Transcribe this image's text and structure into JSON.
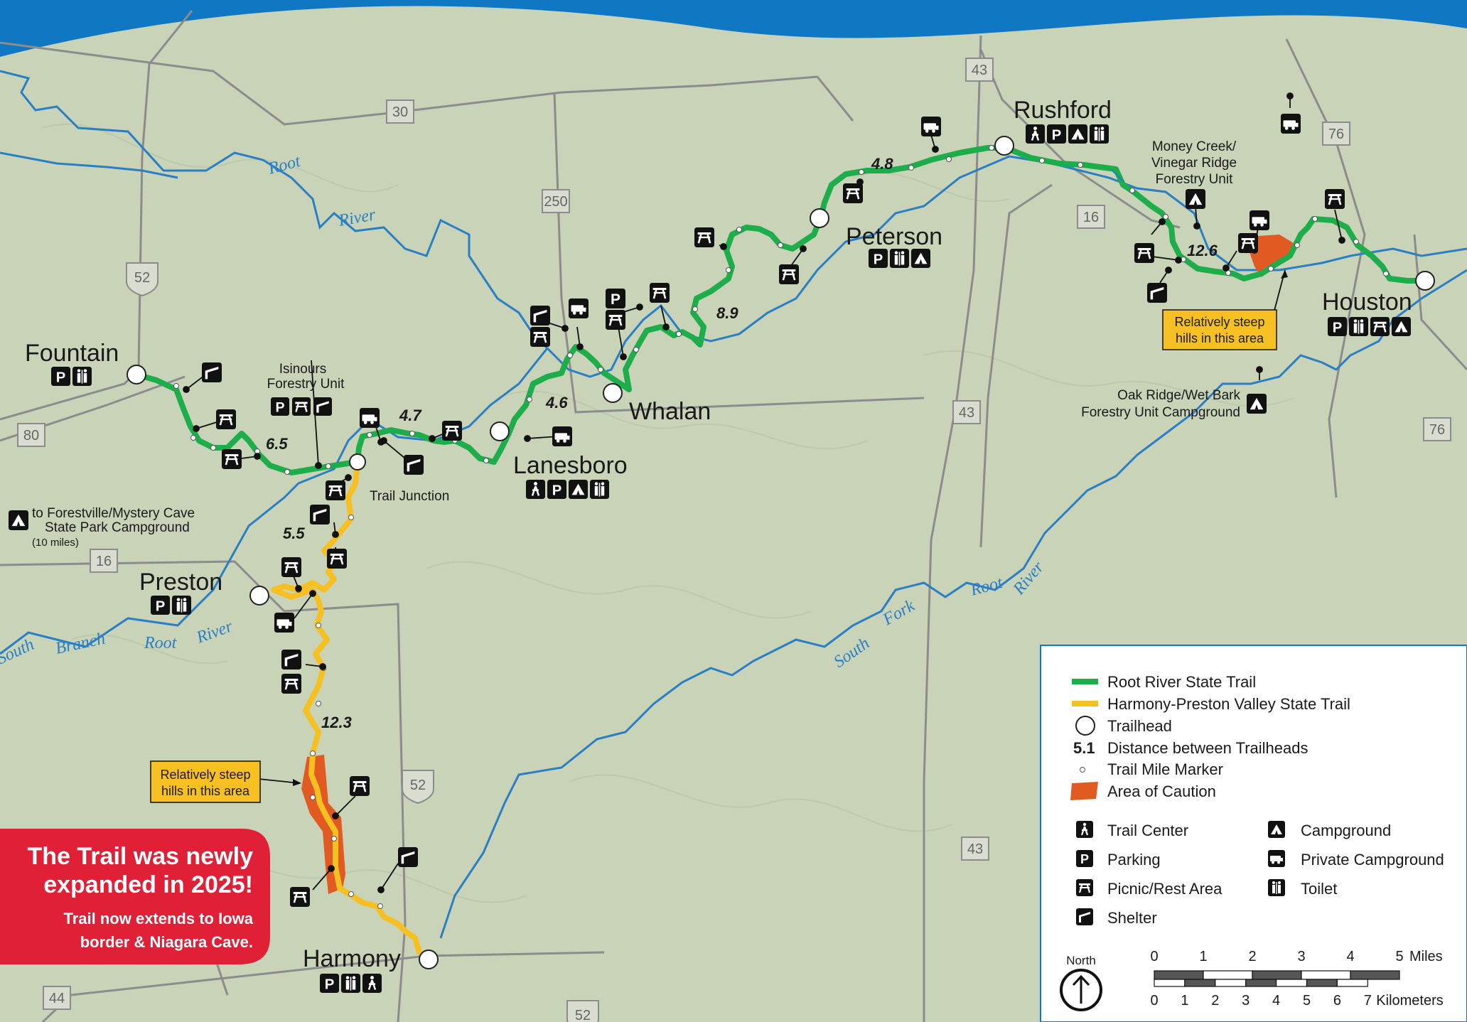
{
  "colors": {
    "land": "#c9d3b8",
    "sky_band": "#1078c2",
    "river": "#2a7fc4",
    "root_river_trail": "#1ead4b",
    "harmony_preston_trail": "#f6c022",
    "caution": "#e05a22",
    "road": "#8c8c8c",
    "banner": "#e02036",
    "callout": "#f6c022"
  },
  "towns": [
    {
      "name": "Fountain",
      "amenities": [
        "parking-icon",
        "toilet-icon"
      ]
    },
    {
      "name": "Preston",
      "amenities": [
        "parking-icon",
        "toilet-icon"
      ]
    },
    {
      "name": "Lanesboro",
      "amenities": [
        "trail-center-icon",
        "parking-icon",
        "campground-icon",
        "toilet-icon"
      ]
    },
    {
      "name": "Whalan",
      "amenities": []
    },
    {
      "name": "Peterson",
      "amenities": [
        "parking-icon",
        "toilet-icon",
        "campground-icon"
      ]
    },
    {
      "name": "Rushford",
      "amenities": [
        "trail-center-icon",
        "parking-icon",
        "campground-icon",
        "toilet-icon"
      ]
    },
    {
      "name": "Houston",
      "amenities": [
        "parking-icon",
        "toilet-icon",
        "picnic-icon",
        "campground-icon"
      ]
    },
    {
      "name": "Harmony",
      "amenities": [
        "parking-icon",
        "toilet-icon",
        "trail-center-icon"
      ]
    }
  ],
  "labels": {
    "isinours": [
      "Isinours",
      "Forestry Unit"
    ],
    "money_creek": [
      "Money Creek/",
      "Vinegar Ridge",
      "Forestry Unit"
    ],
    "oak_ridge": [
      "Oak Ridge/Wet Bark",
      "Forestry Unit Campground"
    ],
    "forestville": [
      "to Forestville/Mystery Cave",
      "State Park Campground",
      "(10 miles)"
    ],
    "trail_junction": "Trail Junction"
  },
  "distances": [
    "6.5",
    "4.7",
    "4.6",
    "8.9",
    "4.8",
    "12.6",
    "5.5",
    "12.3"
  ],
  "highways": [
    "30",
    "250",
    "52",
    "80",
    "16",
    "16",
    "16",
    "43",
    "43",
    "43",
    "43",
    "76",
    "76",
    "52",
    "44",
    "52"
  ],
  "rivers": {
    "root_upper": "Root",
    "river_upper": "River",
    "south": "South",
    "branch": "Branch",
    "root_sb": "Root",
    "river_sb": "River",
    "south_fork_1": "South",
    "south_fork_2": "Fork",
    "root_east": "Root",
    "river_east": "River"
  },
  "callouts": {
    "steep_1": [
      "Relatively steep",
      "hills in this area"
    ],
    "steep_2": [
      "Relatively steep",
      "hills in this area"
    ]
  },
  "banner": {
    "title_lines": [
      "The Trail was newly",
      "expanded in 2025!"
    ],
    "sub_lines": [
      "Trail now extends to Iowa",
      "border & Niagara Cave."
    ]
  },
  "legend": {
    "lines": [
      {
        "label": "Root River State Trail"
      },
      {
        "label": "Harmony-Preston Valley State Trail"
      },
      {
        "label": "Trailhead"
      },
      {
        "symbol": "5.1",
        "label": "Distance between Trailheads"
      },
      {
        "label": "Trail Mile Marker"
      },
      {
        "label": "Area of Caution"
      }
    ],
    "amenities": [
      {
        "icon": "trail-center-icon",
        "label": "Trail Center"
      },
      {
        "icon": "campground-icon",
        "label": "Campground"
      },
      {
        "icon": "parking-icon",
        "label": "Parking"
      },
      {
        "icon": "private-campground-icon",
        "label": "Private Campground"
      },
      {
        "icon": "picnic-icon",
        "label": "Picnic/Rest Area"
      },
      {
        "icon": "toilet-icon",
        "label": "Toilet"
      },
      {
        "icon": "shelter-icon",
        "label": "Shelter"
      }
    ],
    "north_label": "North",
    "miles_ticks": [
      "0",
      "1",
      "2",
      "3",
      "4",
      "5"
    ],
    "miles_unit": "Miles",
    "km_ticks": [
      "0",
      "1",
      "2",
      "3",
      "4",
      "5",
      "6",
      "7"
    ],
    "km_unit": "Kilometers"
  }
}
